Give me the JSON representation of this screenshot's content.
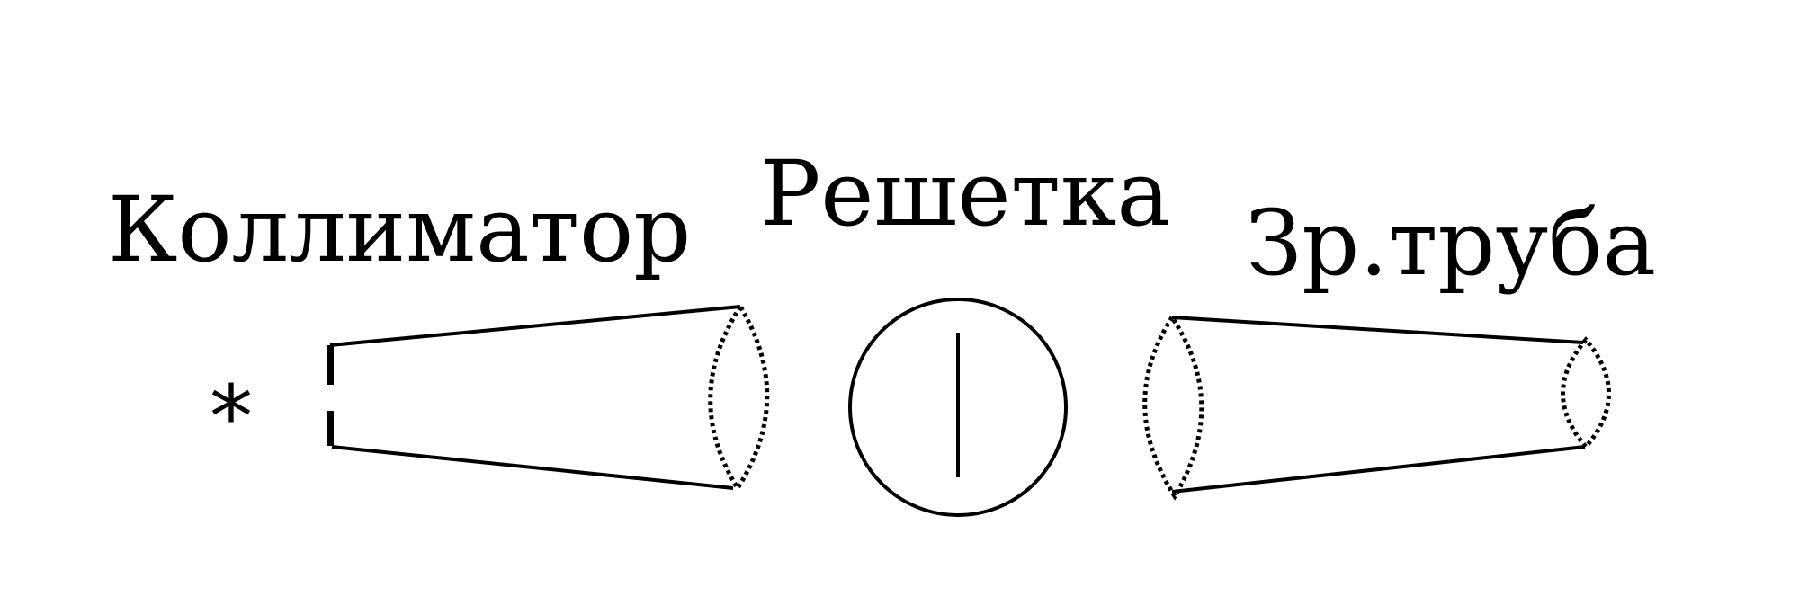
{
  "labels": {
    "collimator": "Коллиматор",
    "grating": "Решетка",
    "telescope": "Зр.труба"
  },
  "source_symbol": "*",
  "colors": {
    "ink": "#000000",
    "background": "#ffffff"
  }
}
